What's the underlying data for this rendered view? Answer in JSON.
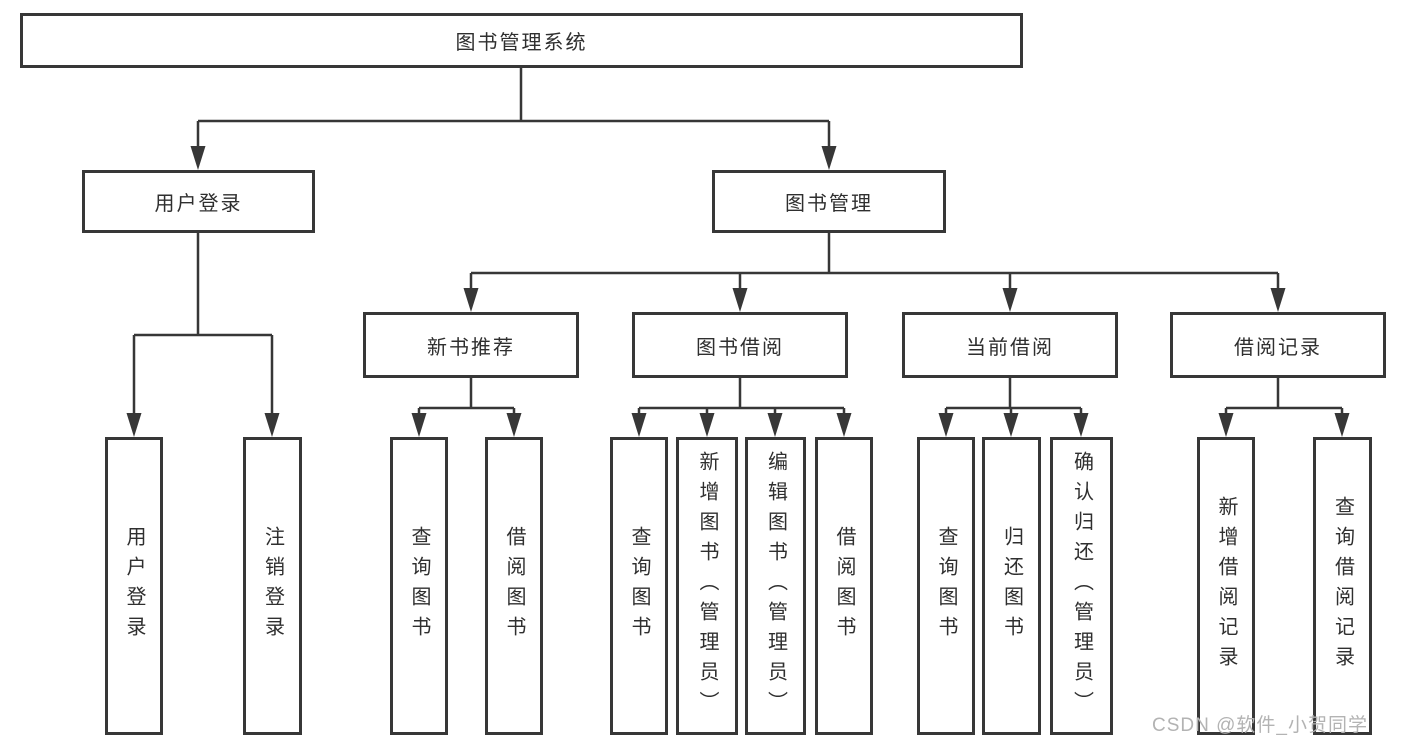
{
  "tree": {
    "label": "图书管理系统",
    "children": [
      {
        "label": "用户登录",
        "children": [
          {
            "label": "用户登录"
          },
          {
            "label": "注销登录"
          }
        ]
      },
      {
        "label": "图书管理",
        "children": [
          {
            "label": "新书推荐",
            "children": [
              {
                "label": "查询图书"
              },
              {
                "label": "借阅图书"
              }
            ]
          },
          {
            "label": "图书借阅",
            "children": [
              {
                "label": "查询图书"
              },
              {
                "label": "新增图书（管理员）"
              },
              {
                "label": "编辑图书（管理员）"
              },
              {
                "label": "借阅图书"
              }
            ]
          },
          {
            "label": "当前借阅",
            "children": [
              {
                "label": "查询图书"
              },
              {
                "label": "归还图书"
              },
              {
                "label": "确认归还（管理员）"
              }
            ]
          },
          {
            "label": "借阅记录",
            "children": [
              {
                "label": "新增借阅记录"
              },
              {
                "label": "查询借阅记录"
              }
            ]
          }
        ]
      }
    ]
  },
  "watermark": {
    "text": "CSDN @软件_小贺同学"
  },
  "colors": {
    "line": "#373737",
    "box_border": "#373737",
    "text": "#2f2f2f",
    "background": "#ffffff",
    "watermark_text": "#b3b3b3"
  }
}
